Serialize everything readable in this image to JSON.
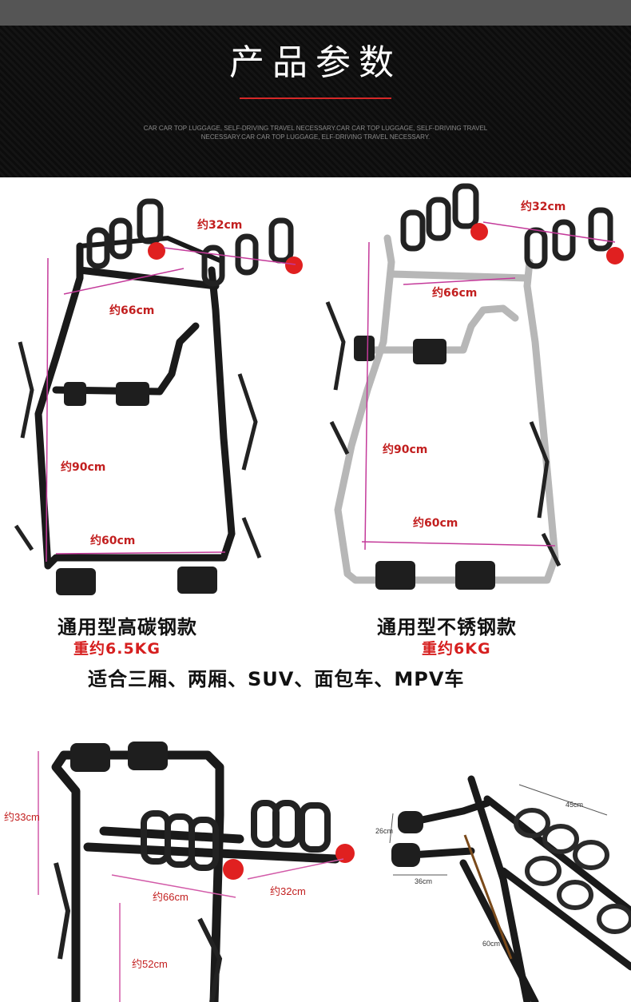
{
  "header": {
    "title": "产品参数",
    "subtitle": "CAR CAR TOP LUGGAGE, SELF-DRIVING TRAVEL NECESSARY.CAR CAR TOP LUGGAGE, SELF-DRIVING TRAVEL NECESSARY.CAR CAR TOP LUGGAGE, ELF-DRIVING TRAVEL NECESSARY."
  },
  "carbon_model": {
    "dims": {
      "top": "约32cm",
      "mid": "约66cm",
      "height": "约90cm",
      "bottom": "约60cm"
    },
    "name": "通用型高碳钢款",
    "weight": "重约6.5KG"
  },
  "steel_model": {
    "dims": {
      "top": "约32cm",
      "mid": "约66cm",
      "height": "约90cm",
      "bottom": "约60cm"
    },
    "name": "通用型不锈钢款",
    "weight": "重约6KG"
  },
  "fit_text": "适合三厢、两厢、SUV、面包车、MPV车",
  "detail_front": {
    "dims": {
      "height": "约33cm",
      "width": "约66cm",
      "arm": "约32cm",
      "lower": "约52cm"
    }
  },
  "detail_side": {
    "dims": {
      "arm": "45cm",
      "pad_h": "26cm",
      "pad_w": "36cm",
      "lower": "60cm"
    }
  },
  "colors": {
    "accent": "#d62828",
    "frame_black": "#1a1a1a",
    "frame_steel": "#b5b5b5"
  }
}
